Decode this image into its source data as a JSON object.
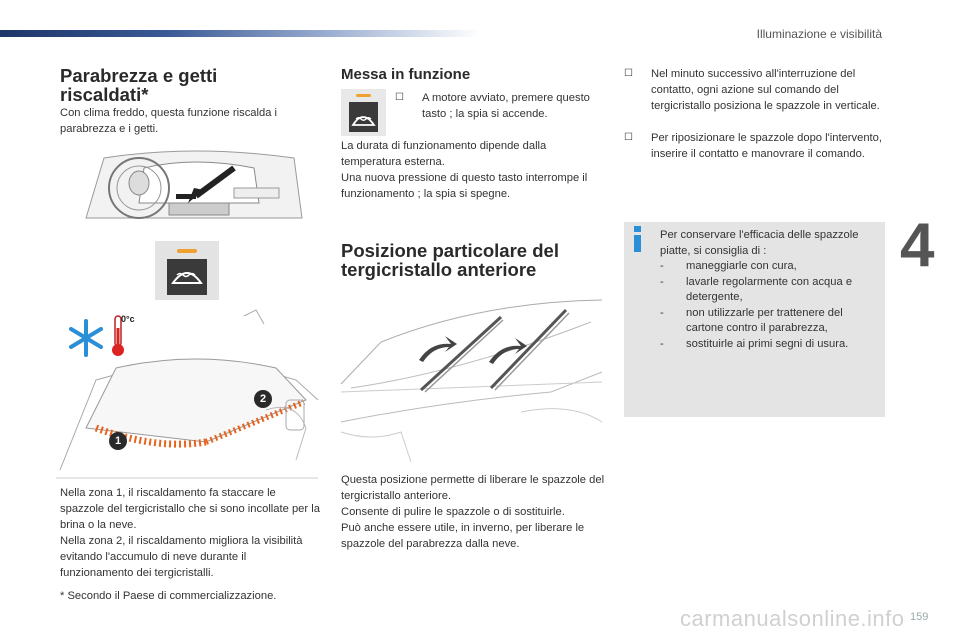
{
  "header": {
    "section": "Illuminazione e visibilità",
    "chapter": "4",
    "page": "159"
  },
  "footer": {
    "watermark": "carmanualsonline.info"
  },
  "col1": {
    "title_line1": "Parabrezza e getti",
    "title_line2": "riscaldati*",
    "intro": "Con clima freddo, questa funzione riscalda i parabrezza e i getti.",
    "temp_label": "0°c",
    "zone_label_1": "1",
    "zone_label_2": "2",
    "zone_text": "Nella zona 1, il riscaldamento fa staccare le spazzole del tergicristallo che si sono incollate per la brina o la neve.\nNella zona 2, il riscaldamento migliora la visibilità evitando l'accumulo di neve durante il funzionamento dei tergicristalli.",
    "footnote": "* Secondo il Paese di commercializzazione."
  },
  "col2": {
    "title": "Messa in funzione",
    "bullet_mark": "",
    "bullet": "A motore avviato, premere questo tasto ; la spia si accende.",
    "duration_text": "La durata di funzionamento dipende dalla temperatura esterna.\nUna nuova pressione di questo tasto interrompe il funzionamento ; la spia si spegne.",
    "title2_line1": "Posizione particolare del",
    "title2_line2": "tergicristallo anteriore",
    "position_text": "Questa posizione permette di liberare le spazzole del tergicristallo anteriore.\nConsente di pulire le spazzole o di sostituirle.\nPuò anche essere utile, in inverno, per liberare le spazzole del parabrezza dalla neve."
  },
  "col3": {
    "bullet1": "Nel minuto successivo all'interruzione del contatto, ogni azione sul comando del tergicristallo posiziona le spazzole in verticale.",
    "bullet2": "Per riposizionare le spazzole dopo l'intervento, inserire il contatto e manovrare il comando.",
    "info_intro": "Per conservare l'efficacia delle spazzole piatte, si consiglia di :",
    "info_items": [
      "maneggiarle con cura,",
      "lavarle regolarmente con acqua e detergente,",
      "non utilizzarle per trattenere del cartone contro il parabrezza,",
      "sostituirle ai primi segni di usura."
    ],
    "info_dash": "-"
  },
  "colors": {
    "accent_blue": "#1e3568",
    "info_blue": "#2a8fd6",
    "heat_orange": "#e8641e",
    "lamp_orange": "#f0a030",
    "button_dark": "#3a3a3a"
  }
}
